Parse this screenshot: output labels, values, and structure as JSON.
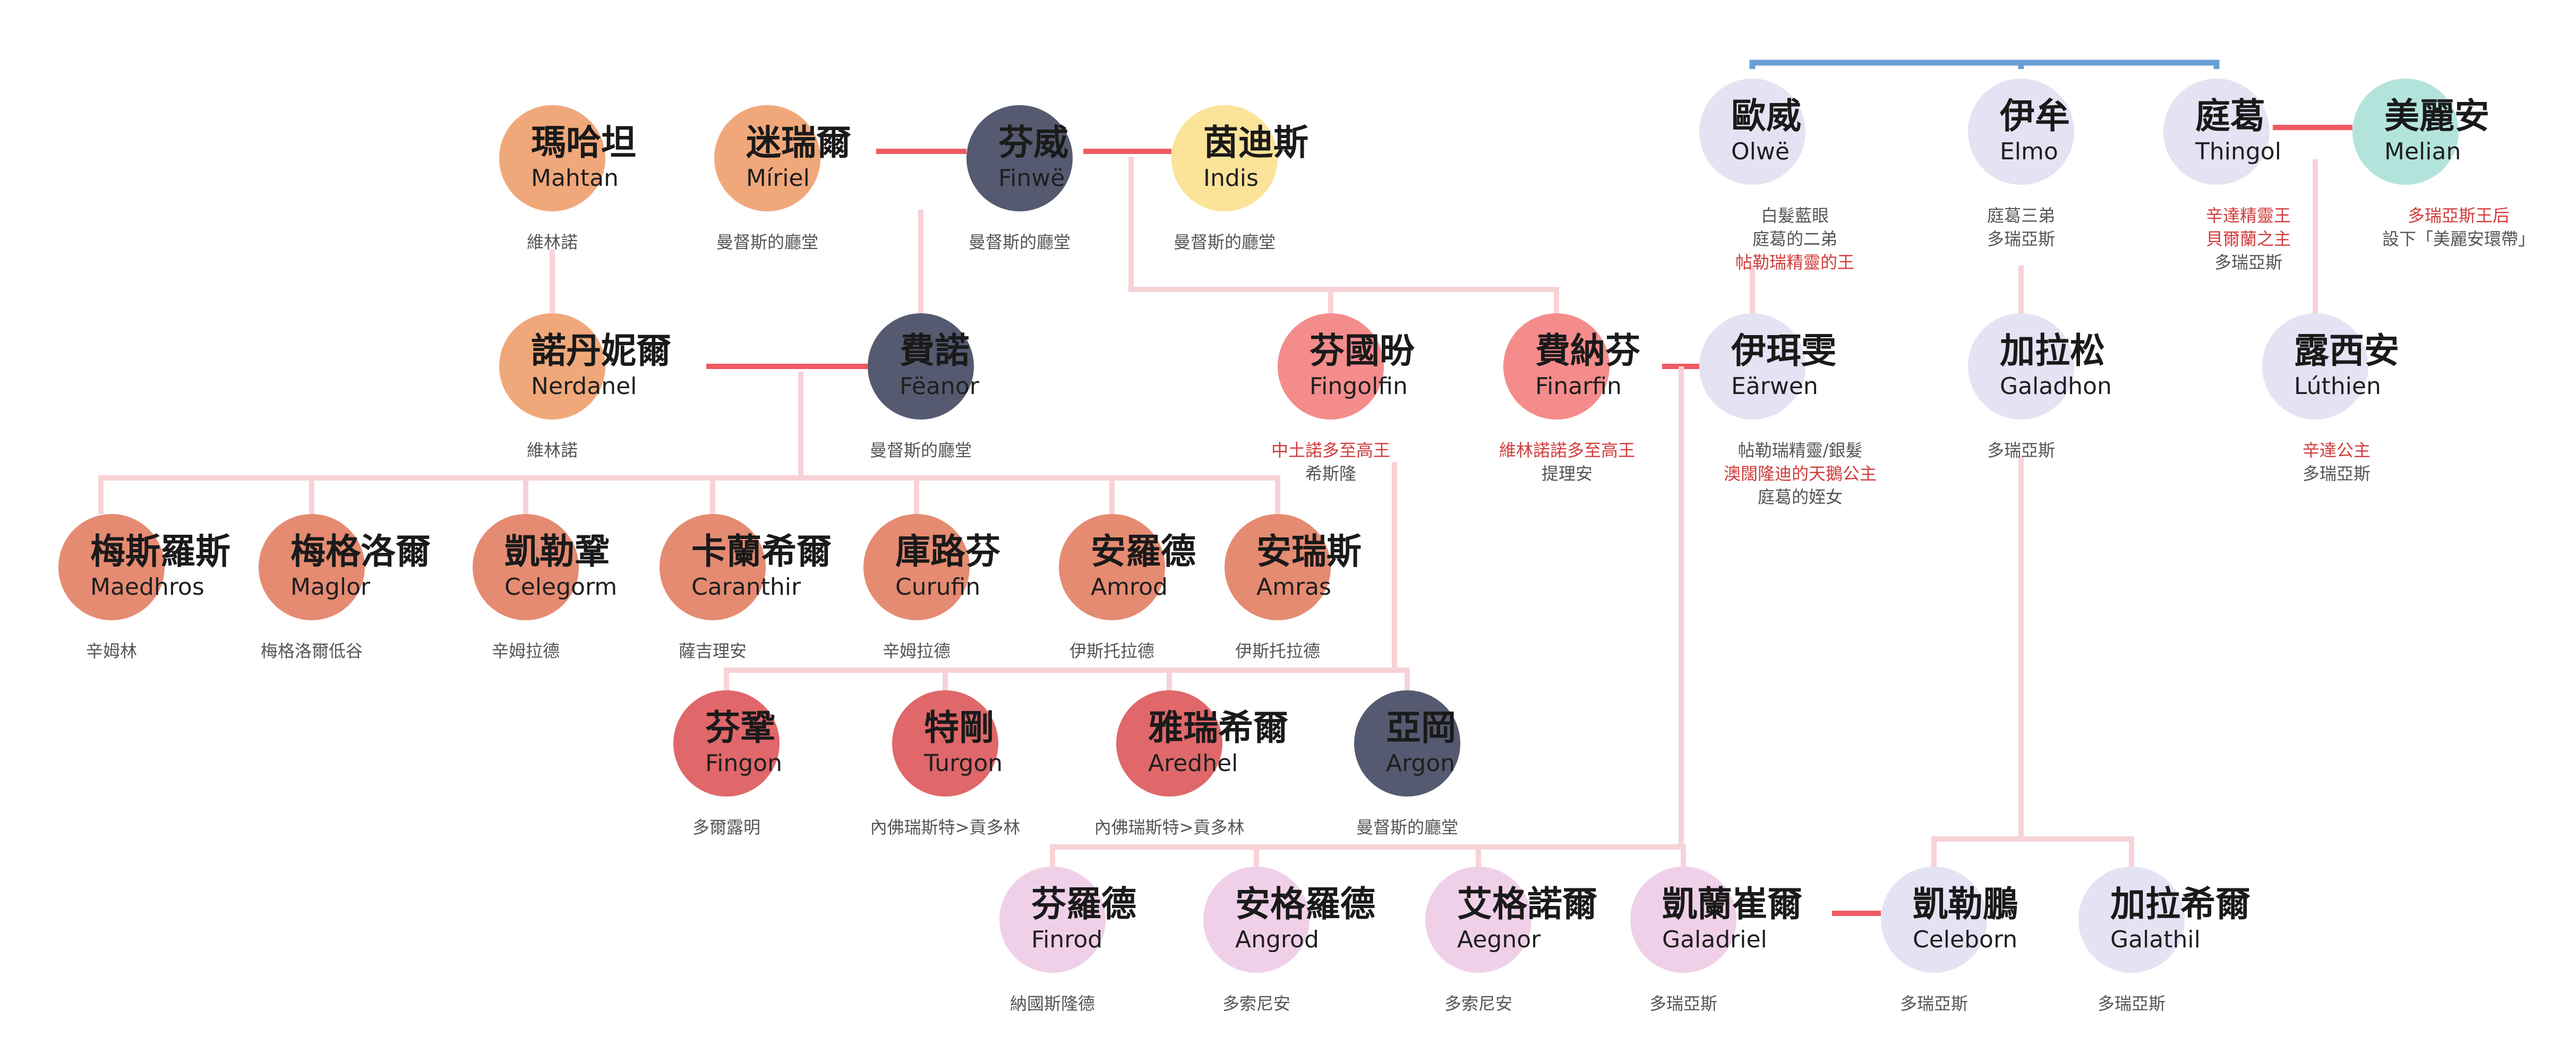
{
  "colors": {
    "feanor_line": "#f4a9b4",
    "grey_line": "#f7d2d6",
    "blue_line": "#6a9fd6",
    "spouse_line": "#f05a60",
    "note_red": "#d23c3c",
    "note_gray": "#555555"
  },
  "people": {
    "mahtan": {
      "cn": "瑪哈坦",
      "en": "Mahtan",
      "notes": [
        {
          "t": "維林諾",
          "red": false
        }
      ],
      "color": "#f0a87a"
    },
    "miriel": {
      "cn": "迷瑞爾",
      "en": "Míriel",
      "notes": [
        {
          "t": "曼督斯的廳堂",
          "red": false
        }
      ],
      "color": "#f0a87a"
    },
    "finwe": {
      "cn": "芬威",
      "en": "Finwë",
      "notes": [
        {
          "t": "曼督斯的廳堂",
          "red": false
        }
      ],
      "color": "#565a70"
    },
    "indis": {
      "cn": "茵迪斯",
      "en": "Indis",
      "notes": [
        {
          "t": "曼督斯的廳堂",
          "red": false
        }
      ],
      "color": "#fbe39a"
    },
    "nerdanel": {
      "cn": "諾丹妮爾",
      "en": "Nerdanel",
      "notes": [
        {
          "t": "維林諾",
          "red": false
        }
      ],
      "color": "#f0a87a"
    },
    "feanor": {
      "cn": "費諾",
      "en": "Fëanor",
      "notes": [
        {
          "t": "曼督斯的廳堂",
          "red": false
        }
      ],
      "color": "#565a70"
    },
    "fingolfin": {
      "cn": "芬國昐",
      "en": "Fingolfin",
      "notes": [
        {
          "t": "中土諾多至高王",
          "red": true
        },
        {
          "t": "希斯隆",
          "red": false
        }
      ],
      "color": "#f58c8c"
    },
    "finarfin": {
      "cn": "費納芬",
      "en": "Finarfin",
      "notes": [
        {
          "t": "維林諾諾多至高王",
          "red": true
        },
        {
          "t": "提理安",
          "red": false
        }
      ],
      "color": "#f58c8c"
    },
    "olwe": {
      "cn": "歐威",
      "en": "Olwë",
      "notes": [
        {
          "t": "白髮藍眼",
          "red": false
        },
        {
          "t": "庭葛的二弟",
          "red": false
        },
        {
          "t": "帖勒瑞精靈的王",
          "red": true
        }
      ],
      "color": "#e3e3f4"
    },
    "elmo": {
      "cn": "伊牟",
      "en": "Elmo",
      "notes": [
        {
          "t": "庭葛三弟",
          "red": false
        },
        {
          "t": "多瑞亞斯",
          "red": false
        }
      ],
      "color": "#e3e3f4"
    },
    "thingol": {
      "cn": "庭葛",
      "en": "Thingol",
      "notes": [
        {
          "t": "辛達精靈王",
          "red": true
        },
        {
          "t": "貝爾蘭之主",
          "red": true
        },
        {
          "t": "多瑞亞斯",
          "red": false
        }
      ],
      "color": "#e3e3f4"
    },
    "melian": {
      "cn": "美麗安",
      "en": "Melian",
      "notes": [
        {
          "t": "多瑞亞斯王后",
          "red": true
        },
        {
          "t": "設下「美麗安環帶」",
          "red": false
        }
      ],
      "color": "#b3e4dc"
    },
    "earwen": {
      "cn": "伊珥雯",
      "en": "Eärwen",
      "notes": [
        {
          "t": "帖勒瑞精靈/銀髮",
          "red": false
        },
        {
          "t": "澳闊隆迪的天鵝公主",
          "red": true
        },
        {
          "t": "庭葛的姪女",
          "red": false
        }
      ],
      "color": "#e3e3f4"
    },
    "galadhon": {
      "cn": "加拉松",
      "en": "Galadhon",
      "notes": [
        {
          "t": "多瑞亞斯",
          "red": false
        }
      ],
      "color": "#e3e3f4"
    },
    "luthien": {
      "cn": "露西安",
      "en": "Lúthien",
      "notes": [
        {
          "t": "辛達公主",
          "red": true
        },
        {
          "t": "多瑞亞斯",
          "red": false
        }
      ],
      "color": "#e3e3f4"
    },
    "maedhros": {
      "cn": "梅斯羅斯",
      "en": "Maedhros",
      "notes": [
        {
          "t": "辛姆林",
          "red": false
        }
      ],
      "color": "#e58b72"
    },
    "maglor": {
      "cn": "梅格洛爾",
      "en": "Maglor",
      "notes": [
        {
          "t": "梅格洛爾低谷",
          "red": false
        }
      ],
      "color": "#e58b72"
    },
    "celegorm": {
      "cn": "凱勒鞏",
      "en": "Celegorm",
      "notes": [
        {
          "t": "辛姆拉德",
          "red": false
        }
      ],
      "color": "#e58b72"
    },
    "caranthir": {
      "cn": "卡蘭希爾",
      "en": "Caranthir",
      "notes": [
        {
          "t": "薩吉理安",
          "red": false
        }
      ],
      "color": "#e58b72"
    },
    "curufin": {
      "cn": "庫路芬",
      "en": "Curufin",
      "notes": [
        {
          "t": "辛姆拉德",
          "red": false
        }
      ],
      "color": "#e58b72"
    },
    "amrod": {
      "cn": "安羅德",
      "en": "Amrod",
      "notes": [
        {
          "t": "伊斯托拉德",
          "red": false
        }
      ],
      "color": "#e58b72"
    },
    "amras": {
      "cn": "安瑞斯",
      "en": "Amras",
      "notes": [
        {
          "t": "伊斯托拉德",
          "red": false
        }
      ],
      "color": "#e58b72"
    },
    "fingon": {
      "cn": "芬鞏",
      "en": "Fingon",
      "notes": [
        {
          "t": "多爾露明",
          "red": false
        }
      ],
      "color": "#e0676a"
    },
    "turgon": {
      "cn": "特剛",
      "en": "Turgon",
      "notes": [
        {
          "t": "內佛瑞斯特>貢多林",
          "red": false
        }
      ],
      "color": "#e0676a"
    },
    "aredhel": {
      "cn": "雅瑞希爾",
      "en": "Aredhel",
      "notes": [
        {
          "t": "內佛瑞斯特>貢多林",
          "red": false
        }
      ],
      "color": "#e0676a"
    },
    "argon": {
      "cn": "亞岡",
      "en": "Argon",
      "notes": [
        {
          "t": "曼督斯的廳堂",
          "red": false
        }
      ],
      "color": "#565a70"
    },
    "finrod": {
      "cn": "芬羅德",
      "en": "Finrod",
      "notes": [
        {
          "t": "納國斯隆德",
          "red": false
        }
      ],
      "color": "#f0d0e8"
    },
    "angrod": {
      "cn": "安格羅德",
      "en": "Angrod",
      "notes": [
        {
          "t": "多索尼安",
          "red": false
        }
      ],
      "color": "#f0d0e8"
    },
    "aegnor": {
      "cn": "艾格諾爾",
      "en": "Aegnor",
      "notes": [
        {
          "t": "多索尼安",
          "red": false
        }
      ],
      "color": "#f0d0e8"
    },
    "galadriel": {
      "cn": "凱蘭崔爾",
      "en": "Galadriel",
      "notes": [
        {
          "t": "多瑞亞斯",
          "red": false
        }
      ],
      "color": "#f0d0e8"
    },
    "celeborn": {
      "cn": "凱勒鵬",
      "en": "Celeborn",
      "notes": [
        {
          "t": "多瑞亞斯",
          "red": false
        }
      ],
      "color": "#e3e3f4"
    },
    "galathil": {
      "cn": "加拉希爾",
      "en": "Galathil",
      "notes": [
        {
          "t": "多瑞亞斯",
          "red": false
        }
      ],
      "color": "#e3e3f4"
    }
  }
}
